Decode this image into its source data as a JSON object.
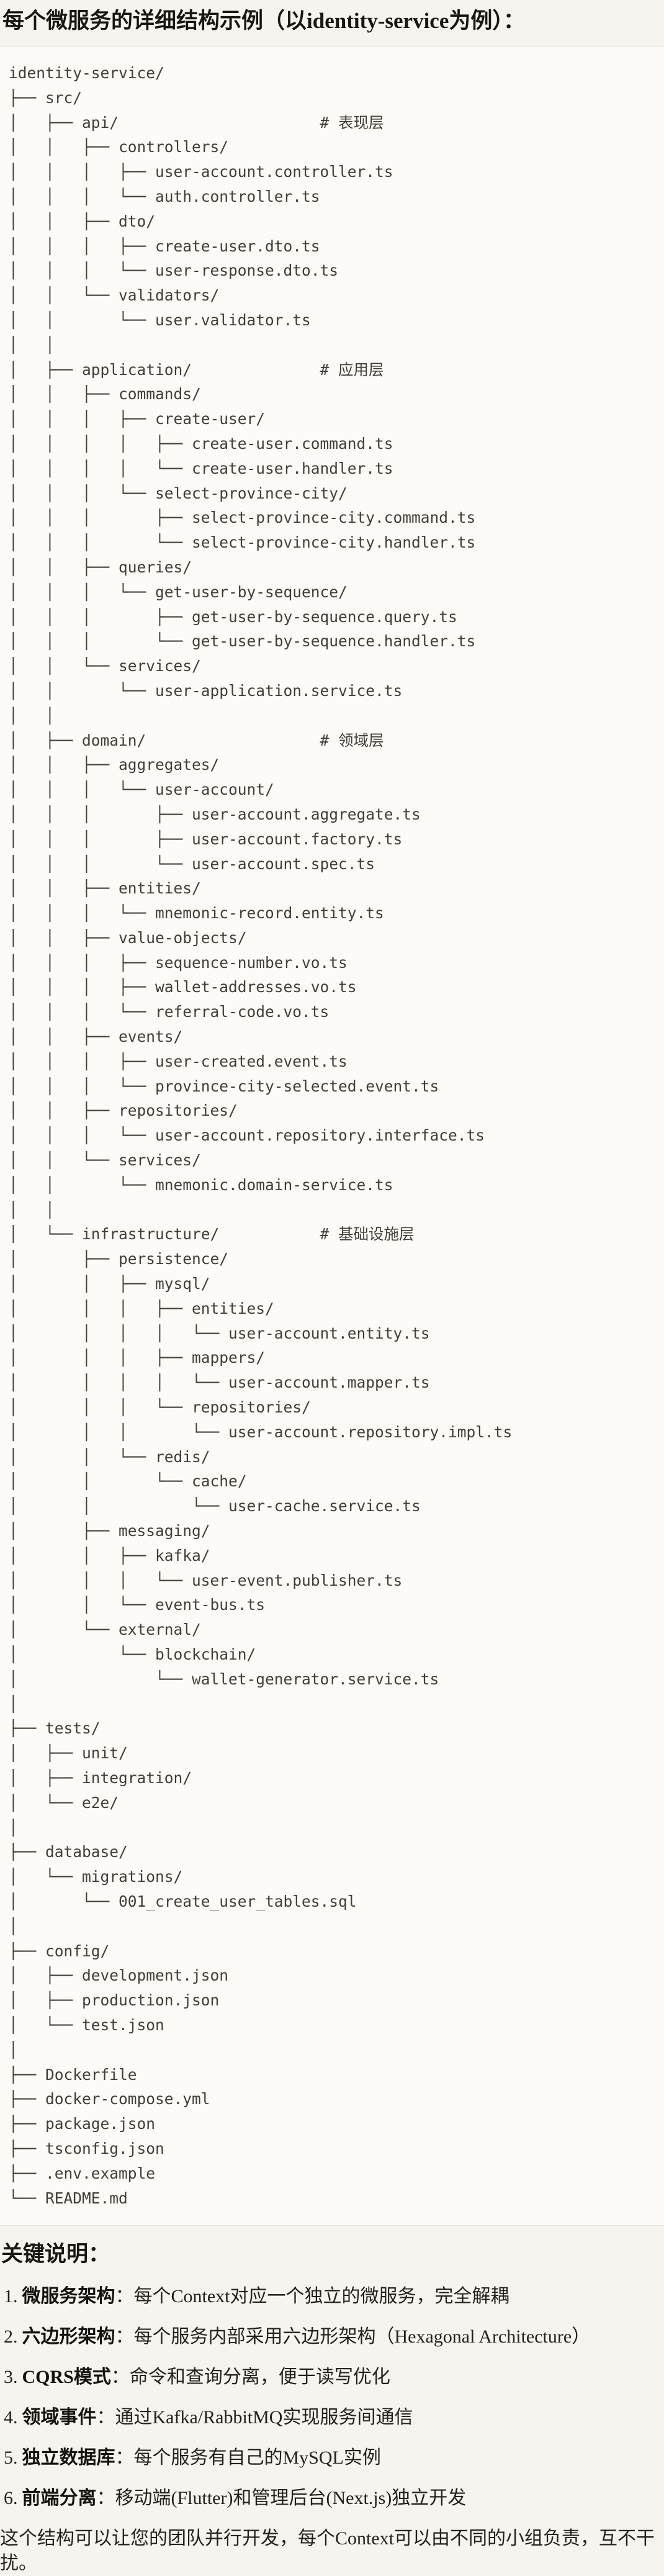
{
  "title": "每个微服务的详细结构示例（以identity-service为例）：",
  "colors": {
    "page_bg": "#f6f4ee",
    "code_bg": "#fcfbf7",
    "divider": "#e3e0d7",
    "text": "#23211b",
    "code_text": "#403e38"
  },
  "code_block": {
    "language": "plaintext",
    "tree_lines": [
      "identity-service/",
      "├── src/",
      "│   ├── api/                      # 表现层",
      "│   │   ├── controllers/",
      "│   │   │   ├── user-account.controller.ts",
      "│   │   │   └── auth.controller.ts",
      "│   │   ├── dto/",
      "│   │   │   ├── create-user.dto.ts",
      "│   │   │   └── user-response.dto.ts",
      "│   │   └── validators/",
      "│   │       └── user.validator.ts",
      "│   │",
      "│   ├── application/              # 应用层",
      "│   │   ├── commands/",
      "│   │   │   ├── create-user/",
      "│   │   │   │   ├── create-user.command.ts",
      "│   │   │   │   └── create-user.handler.ts",
      "│   │   │   └── select-province-city/",
      "│   │   │       ├── select-province-city.command.ts",
      "│   │   │       └── select-province-city.handler.ts",
      "│   │   ├── queries/",
      "│   │   │   └── get-user-by-sequence/",
      "│   │   │       ├── get-user-by-sequence.query.ts",
      "│   │   │       └── get-user-by-sequence.handler.ts",
      "│   │   └── services/",
      "│   │       └── user-application.service.ts",
      "│   │",
      "│   ├── domain/                   # 领域层",
      "│   │   ├── aggregates/",
      "│   │   │   └── user-account/",
      "│   │   │       ├── user-account.aggregate.ts",
      "│   │   │       ├── user-account.factory.ts",
      "│   │   │       └── user-account.spec.ts",
      "│   │   ├── entities/",
      "│   │   │   └── mnemonic-record.entity.ts",
      "│   │   ├── value-objects/",
      "│   │   │   ├── sequence-number.vo.ts",
      "│   │   │   ├── wallet-addresses.vo.ts",
      "│   │   │   └── referral-code.vo.ts",
      "│   │   ├── events/",
      "│   │   │   ├── user-created.event.ts",
      "│   │   │   └── province-city-selected.event.ts",
      "│   │   ├── repositories/",
      "│   │   │   └── user-account.repository.interface.ts",
      "│   │   └── services/",
      "│   │       └── mnemonic.domain-service.ts",
      "│   │",
      "│   └── infrastructure/           # 基础设施层",
      "│       ├── persistence/",
      "│       │   ├── mysql/",
      "│       │   │   ├── entities/",
      "│       │   │   │   └── user-account.entity.ts",
      "│       │   │   ├── mappers/",
      "│       │   │   │   └── user-account.mapper.ts",
      "│       │   │   └── repositories/",
      "│       │   │       └── user-account.repository.impl.ts",
      "│       │   └── redis/",
      "│       │       └── cache/",
      "│       │           └── user-cache.service.ts",
      "│       ├── messaging/",
      "│       │   ├── kafka/",
      "│       │   │   └── user-event.publisher.ts",
      "│       │   └── event-bus.ts",
      "│       └── external/",
      "│           └── blockchain/",
      "│               └── wallet-generator.service.ts",
      "│",
      "├── tests/",
      "│   ├── unit/",
      "│   ├── integration/",
      "│   └── e2e/",
      "│",
      "├── database/",
      "│   └── migrations/",
      "│       └── 001_create_user_tables.sql",
      "│",
      "├── config/",
      "│   ├── development.json",
      "│   ├── production.json",
      "│   └── test.json",
      "│",
      "├── Dockerfile",
      "├── docker-compose.yml",
      "├── package.json",
      "├── tsconfig.json",
      "├── .env.example",
      "└── README.md"
    ]
  },
  "notes": {
    "heading": "关键说明：",
    "items": [
      {
        "num": "1.",
        "label": "微服务架构",
        "text": "：每个Context对应一个独立的微服务，完全解耦"
      },
      {
        "num": "2.",
        "label": "六边形架构",
        "text": "：每个服务内部采用六边形架构（Hexagonal Architecture）"
      },
      {
        "num": "3.",
        "label": "CQRS模式",
        "text": "：命令和查询分离，便于读写优化"
      },
      {
        "num": "4.",
        "label": "领域事件",
        "text": "：通过Kafka/RabbitMQ实现服务间通信"
      },
      {
        "num": "5.",
        "label": "独立数据库",
        "text": "：每个服务有自己的MySQL实例"
      },
      {
        "num": "6.",
        "label": "前端分离",
        "text": "：移动端(Flutter)和管理后台(Next.js)独立开发"
      }
    ],
    "footer": "这个结构可以让您的团队并行开发，每个Context可以由不同的小组负责，互不干扰。"
  }
}
